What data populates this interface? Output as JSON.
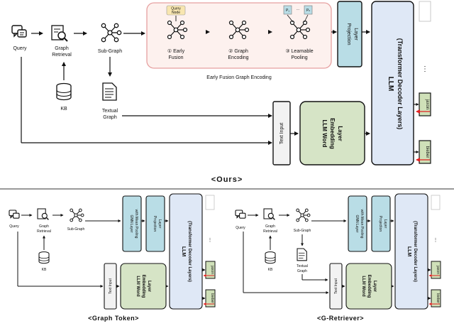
{
  "ours": {
    "query": "Query",
    "graph_retrieval": [
      "Graph",
      "Retrieval"
    ],
    "sub_graph": "Sub-Graph",
    "kb": "KB",
    "textual_graph": [
      "Textual",
      "Graph"
    ],
    "early_fusion_box_title": "Early Fusion Graph Encoding",
    "query_node": [
      "Query",
      "Node"
    ],
    "step1": [
      "① Early",
      "Fusion"
    ],
    "step2": [
      "② Graph",
      "Encoding"
    ],
    "step3": [
      "③ Learnable",
      "Pooling"
    ],
    "p1": "P₁",
    "pn": "Pₙ",
    "dots": "···",
    "projection_layer": [
      "Projection",
      "Layer"
    ],
    "text_input": "Text Input",
    "llm_word_embedding": [
      "LLM Word",
      "Embedding",
      "Layer"
    ],
    "llm": [
      "LLM",
      "(Transformer Decoder Layers)"
    ],
    "out_jaxon": "jaxon",
    "out_bieber": "bieber",
    "vdots": "⋮",
    "caption": "<Ours>"
  },
  "graph_token": {
    "query": "Query",
    "graph_retrieval": [
      "Graph",
      "Retrieval"
    ],
    "sub_graph": "Sub-Graph",
    "kb": "KB",
    "gnn_layer": [
      "GNN Layer",
      "with Mean Pooling"
    ],
    "projection_layer": [
      "Projection",
      "Layer"
    ],
    "text_input": "Text Input",
    "llm_word_embedding": [
      "LLM Word",
      "Embedding",
      "Layer"
    ],
    "llm": [
      "LLM",
      "(Transformer Decoder Layers)"
    ],
    "out_jaxon": "jaxon",
    "out_bieber": "bieber",
    "vdots": "⋮",
    "caption": "<Graph Token>"
  },
  "g_retriever": {
    "query": "Query",
    "graph_retrieval": [
      "Graph",
      "Retrieval"
    ],
    "sub_graph": "Sub-Graph",
    "kb": "KB",
    "textual_graph": [
      "Textual",
      "Graph"
    ],
    "gnn_layer": [
      "GNN Layer",
      "with Mean Pooling"
    ],
    "projection_layer": [
      "Projection",
      "Layer"
    ],
    "text_input": "Text Input",
    "llm_word_embedding": [
      "LLM Word",
      "Embedding",
      "Layer"
    ],
    "llm": [
      "LLM",
      "(Transformer Decoder Layers)"
    ],
    "out_jaxon": "jaxon",
    "out_bieber": "bieber",
    "vdots": "⋮",
    "caption": "<G-Retriever>"
  },
  "colors": {
    "projection": "#b9dde6",
    "llm": "#dfe8f6",
    "embedding": "#d6e4c6",
    "output": "#cfe0b8",
    "fusion_border": "#e6a0a0",
    "fusion_fill": "#fdf1ee",
    "red_arrow": "#e02020",
    "line": "#111111"
  }
}
